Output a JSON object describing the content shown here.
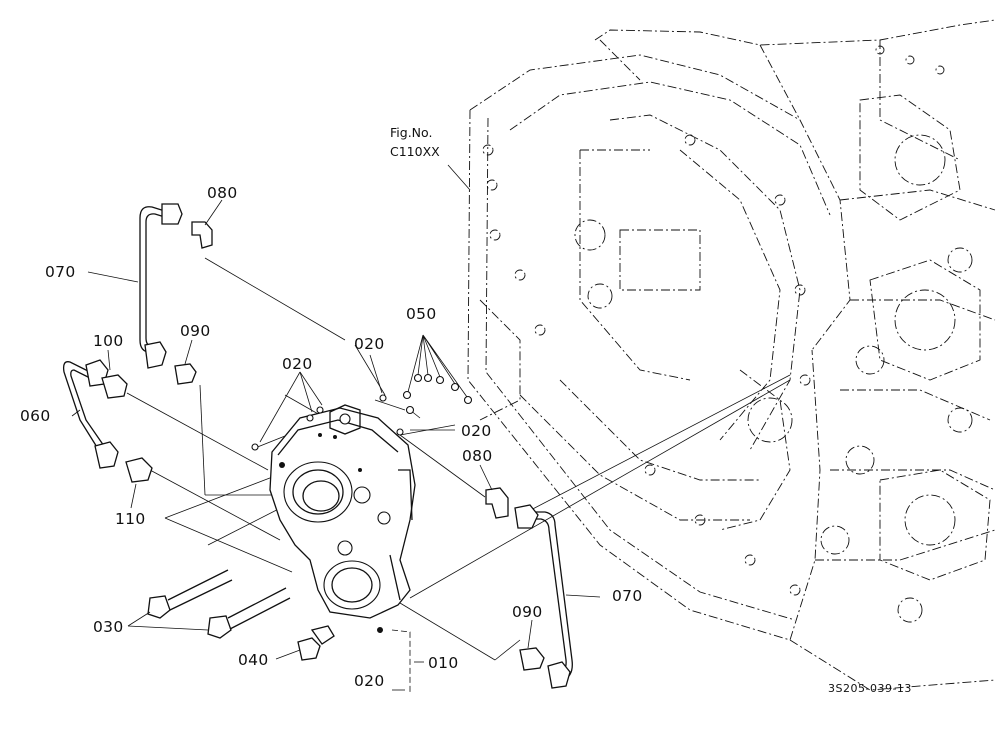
{
  "figure": {
    "fig_no_label": "Fig.No.",
    "fig_no_value": "C110XX",
    "drawing_ref": "3S205-039-13"
  },
  "callouts": {
    "p080_top": "080",
    "p070_left": "070",
    "p090_top": "090",
    "p100": "100",
    "p060": "060",
    "p110": "110",
    "p020_a": "020",
    "p020_b": "020",
    "p050": "050",
    "p020_c": "020",
    "p080_right": "080",
    "p070_right": "070",
    "p090_bottom": "090",
    "p030": "030",
    "p040": "040",
    "p010": "010",
    "p020_bottom": "020"
  }
}
